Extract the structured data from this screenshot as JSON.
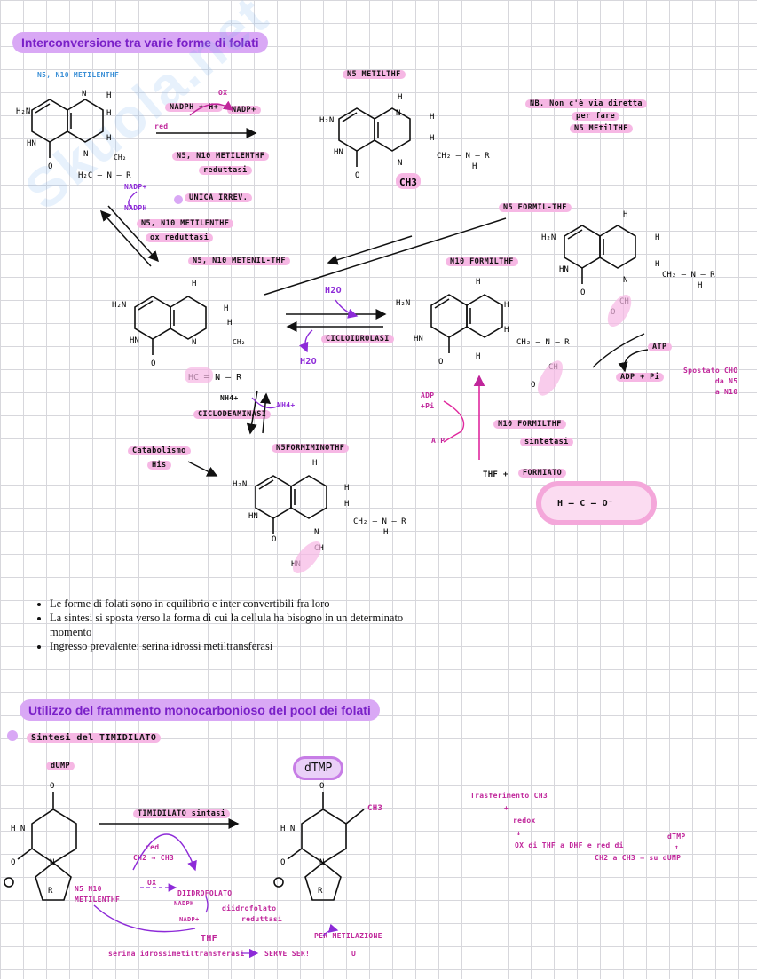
{
  "section1": {
    "title": "Interconversione tra varie forme di folati",
    "labels": {
      "n5n10_metilenthf": "N5, N10 METILENTHF",
      "n5_metilthf": "N5 METILTHF",
      "note": [
        "NB. Non c'è via diretta",
        "per fare",
        "N5 MEtilTHF"
      ],
      "nadph_h": "NADPH + H+",
      "nadp": "NADP+",
      "ox": "OX",
      "red": "red",
      "reductase": [
        "N5, N10 METILENTHF",
        "reduttasi"
      ],
      "nadp_plus": "NADP+",
      "nadph": "NADPH",
      "unica": "UNICA IRREV.",
      "ox_reductase": [
        "N5, N10 METILENTHF",
        "ox reduttasi"
      ],
      "n5_formil_thf": "N5 FORMIL-THF",
      "n5n10_metenil_thf": "N5, N10 METENIL-THF",
      "n10_formilthf": "N10 FORMILTHF",
      "h2o_top": "H2O",
      "cicloidrolasi": "CICLOIDROLASI",
      "h2o_bottom": "H2O",
      "atp_right": "ATP",
      "adp_pi_right": "ADP + Pi",
      "spostato": [
        "Spostato CHO",
        "da N5",
        "a N10"
      ],
      "nh4_left": "NH4+",
      "nh4_right": "NH4+",
      "ciclodeaminasi": "CICLODEAMINASI",
      "n5_forminimino": "N5FORMIMINOTHF",
      "catabolismo": [
        "Catabolismo",
        "His"
      ],
      "adp_pi_left": [
        "ADP",
        "+Pi"
      ],
      "atp_left": "ATP",
      "n10_formilthf_sintetasi": [
        "N10 FORMILTHF",
        "sintetasi"
      ],
      "thf_formiato": "THF +",
      "formiato": "FORMIATO",
      "formiato_struct": "H — C — O⁻"
    },
    "bullets": [
      "Le forme di folati sono in equilibrio e inter convertibili fra loro",
      "La sintesi si sposta verso la forma di cui la cellula ha bisogno in un determinato momento",
      "Ingresso prevalente: serina idrossi metiltransferasi"
    ]
  },
  "section2": {
    "title": "Utilizzo del frammento monocarbonioso del pool dei folati",
    "subtitle": "Sintesi del TIMIDILATO",
    "labels": {
      "dump": "dUMP",
      "dtmp": "dTMP",
      "ch3": "CH3",
      "timidilato_sintasi": "TIMIDILATO sintasi",
      "red": "red",
      "ch2_ch3": "CH2 → CH3",
      "ox": "OX",
      "n5n10_metilenthf": [
        "N5 N10",
        "METILENTHF"
      ],
      "diidrofolato": "DIIDROFOLATO",
      "nadph": "NADPH",
      "nadp": "NADP+",
      "diidrofolato_reduttasi": [
        "diidrofolato",
        "reduttasi"
      ],
      "thf": "THF",
      "serina": "serina idrossimetiltransferasi",
      "serve": "SERVE SER!",
      "per_metilazione": "PER METILAZIONE",
      "u": "U",
      "trasferimento": "Trasferimento CH3",
      "plus": "+",
      "redox": "redox",
      "down": "↓",
      "ox_thf": "OX di THF  a DHF  e red di",
      "ch2_a_ch3": "CH2 a CH3 → su dUMP",
      "dtmp_right": "dTMP"
    }
  }
}
